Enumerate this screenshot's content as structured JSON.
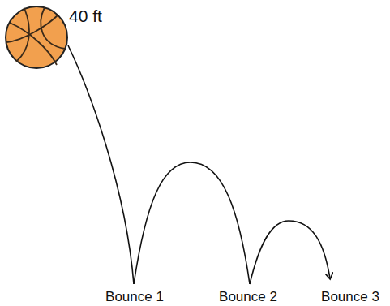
{
  "diagram": {
    "labels": [
      "40 ft",
      "Bounce 1",
      "Bounce 2",
      "Bounce 3"
    ]
  }
}
